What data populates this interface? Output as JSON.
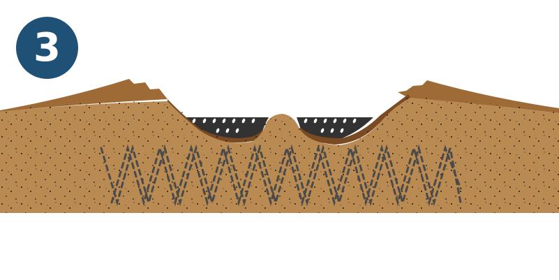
{
  "badge": {
    "step_number": "3",
    "color": "#1f5075",
    "text_color": "#ffffff"
  },
  "diagram": {
    "type": "cross-section",
    "layers": [
      {
        "name": "embankment-top",
        "color": "#9e6b36"
      },
      {
        "name": "soil",
        "color": "#b98a52"
      },
      {
        "name": "compacted-liner",
        "color": "#7a4a22"
      },
      {
        "name": "dark-fill",
        "color": "#333232"
      }
    ],
    "elements": [
      "left-embankment",
      "right-embankment",
      "central-mound",
      "left-trench",
      "right-trench",
      "zigzag-dashed-lines",
      "speckle-dots"
    ],
    "zigzag_color": "#4a4a4a",
    "speckle_color": "#1f1a14"
  }
}
